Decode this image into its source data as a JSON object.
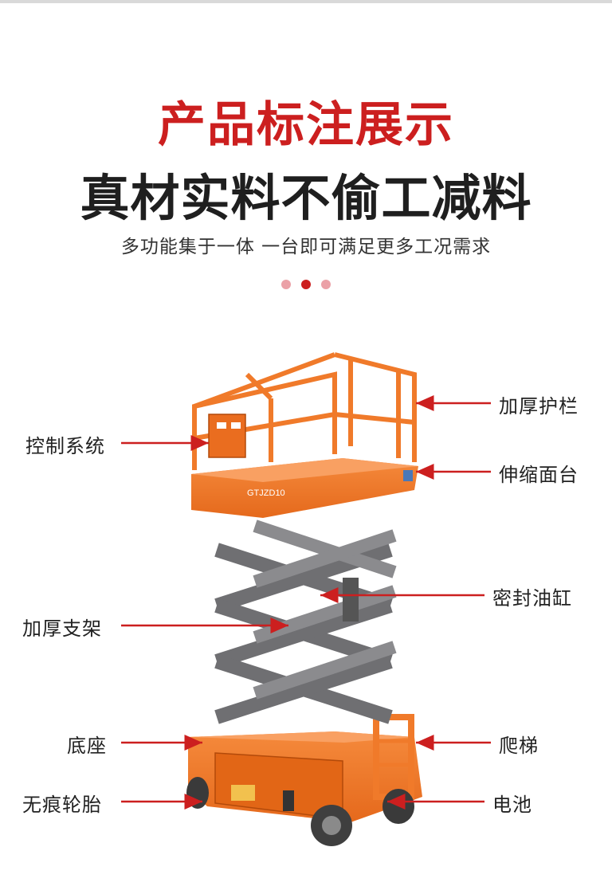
{
  "header": {
    "title": "产品标注展示",
    "headline": "真材实料不偷工减料",
    "subtitle": "多功能集于一体 一台即可满足更多工况需求"
  },
  "colors": {
    "accent": "#cc1f1f",
    "headline": "#1f1f1f",
    "subtitle": "#333333",
    "dot_light": "#eba1a7",
    "dot_active": "#cc1f1f",
    "machine_orange": "#f07a2a",
    "scissor_gray": "#6f6f72"
  },
  "labels": {
    "guardrail": "加厚护栏",
    "control": "控制系统",
    "platform": "伸缩面台",
    "cylinder": "密封油缸",
    "bracket": "加厚支架",
    "base": "底座",
    "ladder": "爬梯",
    "tire": "无痕轮胎",
    "battery": "电池"
  },
  "machine": {
    "model_plate": "GTJZD10"
  }
}
